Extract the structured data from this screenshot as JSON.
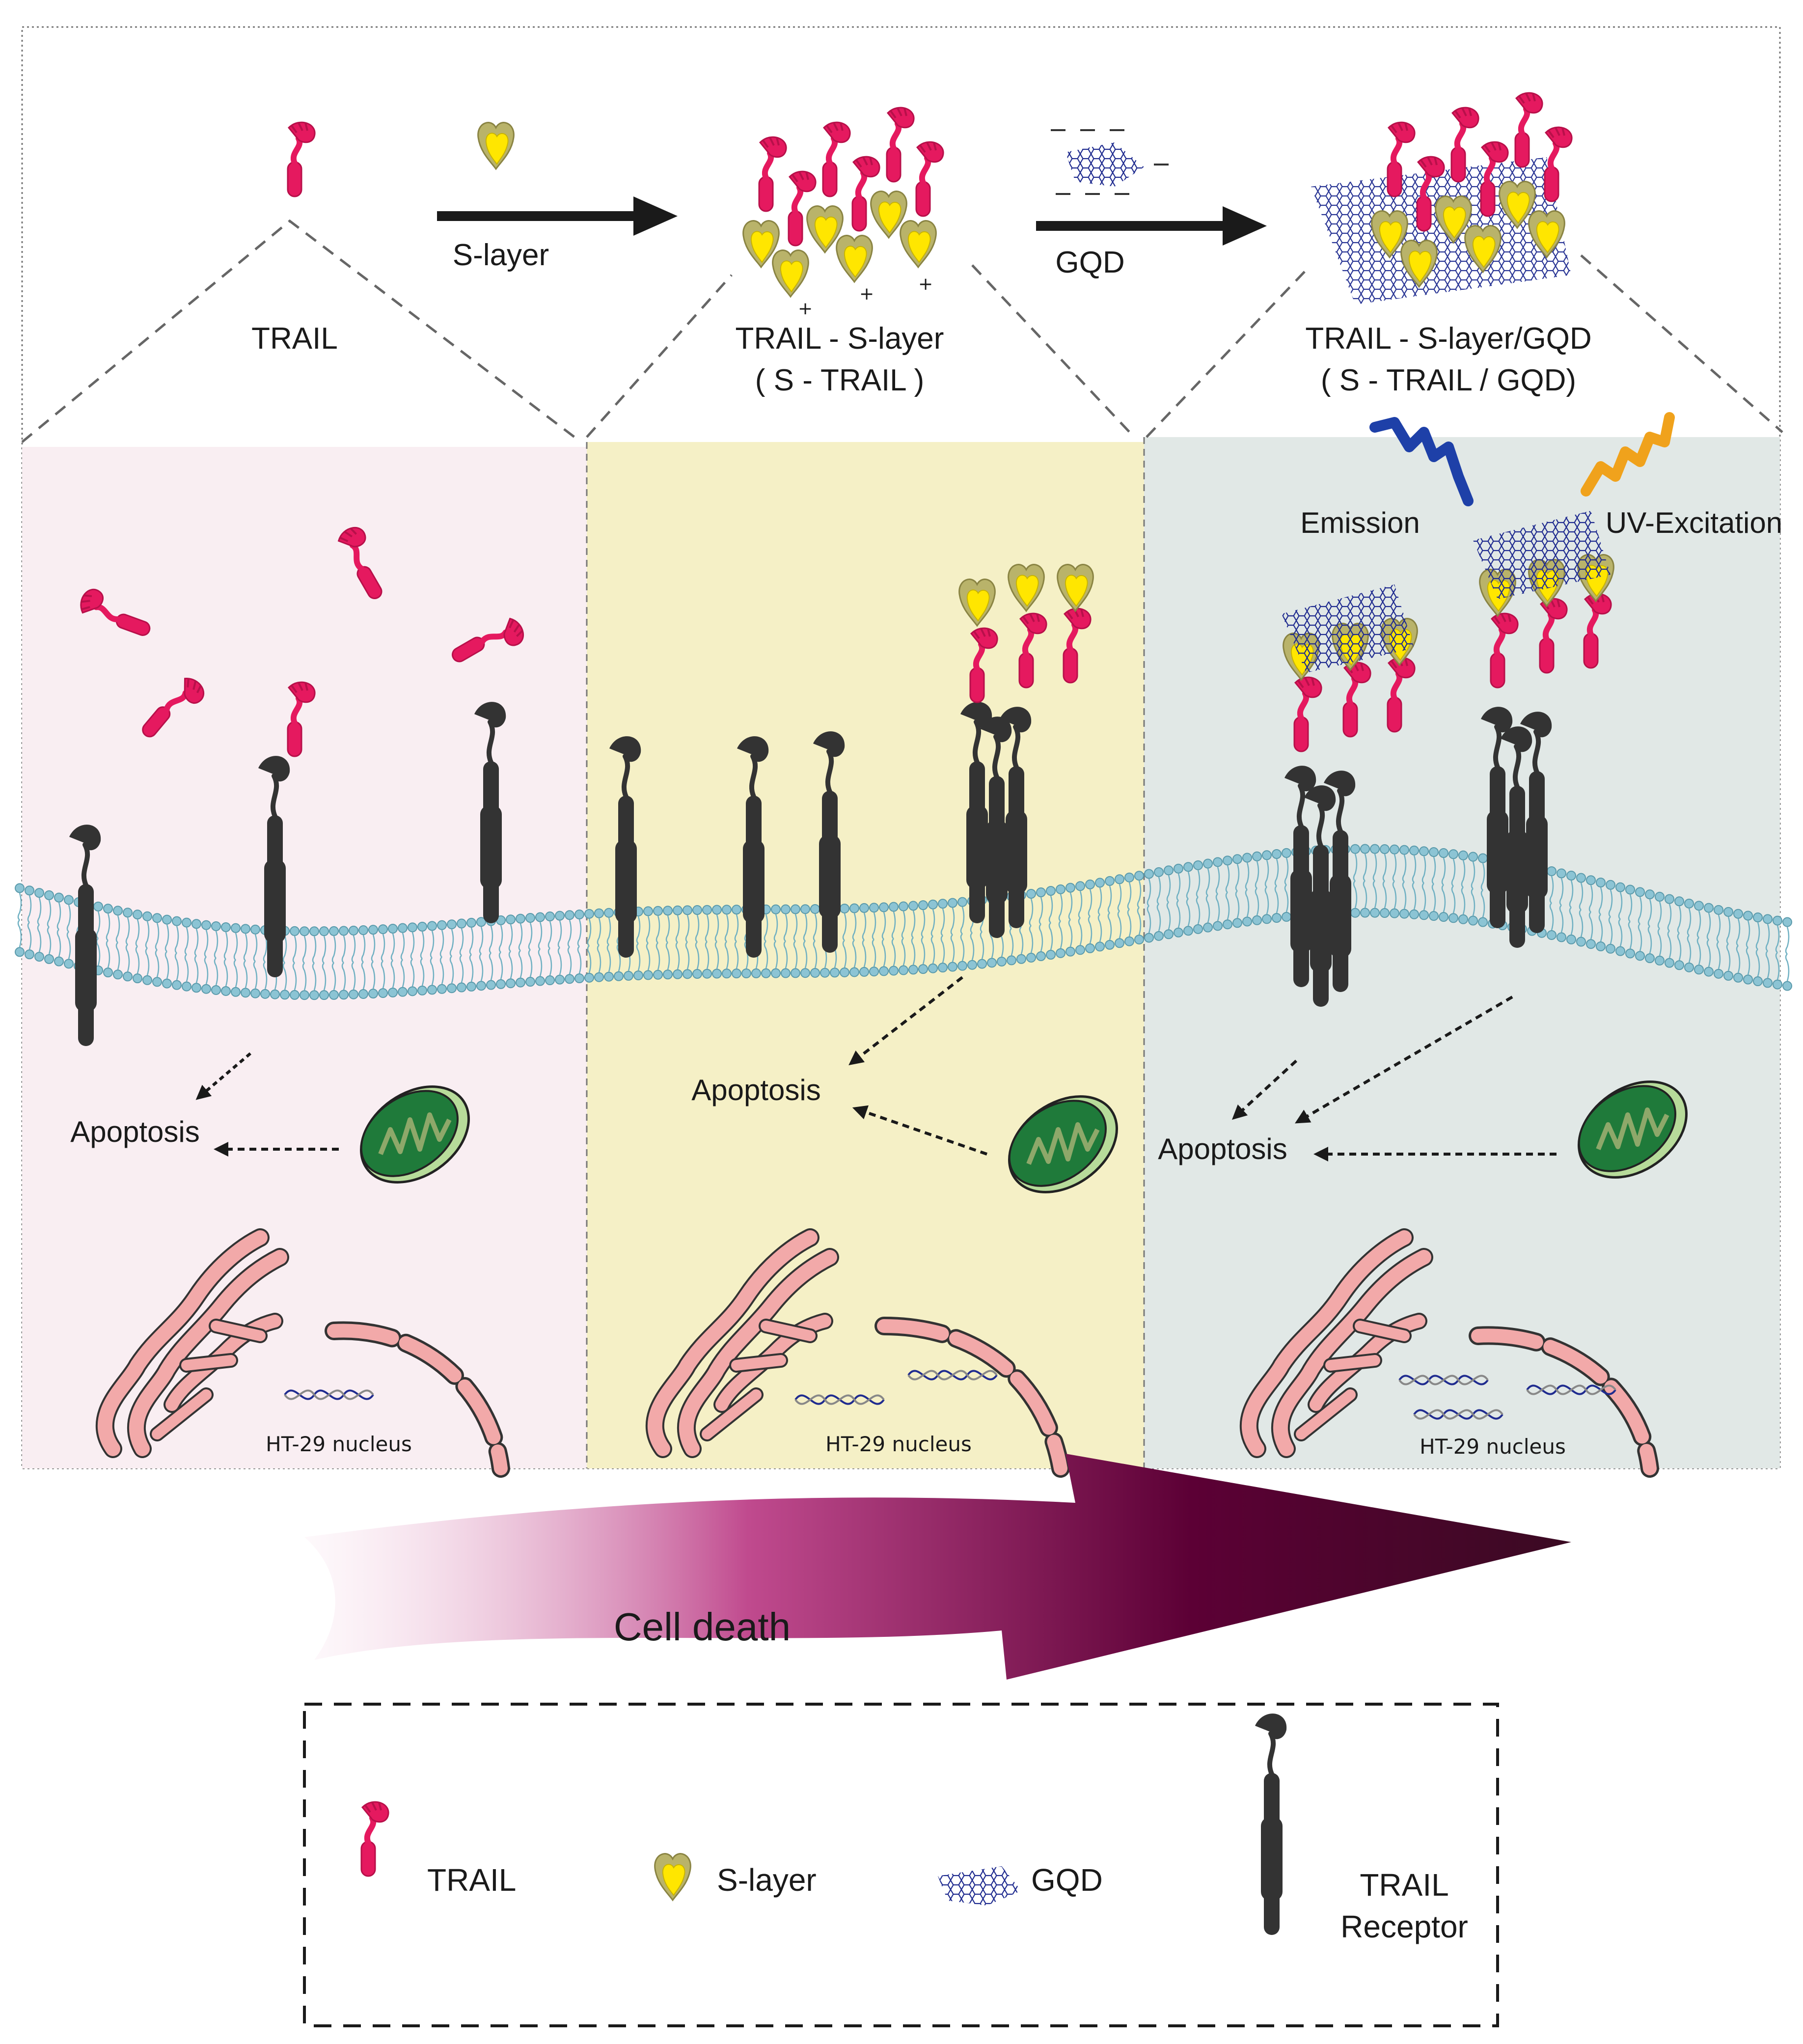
{
  "top": {
    "trail_label": "TRAIL",
    "s_layer_step": "S-layer",
    "trail_s_layer_label": "TRAIL - S-layer",
    "trail_s_layer_abbrev": "( S - TRAIL )",
    "gqd_step": "GQD",
    "trail_s_layer_gqd_label": "TRAIL - S-layer/GQD",
    "trail_s_layer_gqd_abbrev": "( S - TRAIL / GQD)",
    "charge_sign": "+",
    "minus_sign": "–"
  },
  "panels": {
    "colors": [
      "#f9eef2",
      "#f5f0c6",
      "#e1e8e6"
    ],
    "apoptosis_label": "Apoptosis",
    "nucleus_label": "HT-29 nucleus",
    "emission_label": "Emission",
    "excitation_label": "UV-Excitation"
  },
  "cell_death": {
    "label": "Cell death"
  },
  "legend": {
    "trail": "TRAIL",
    "s_layer": "S-layer",
    "gqd": "GQD",
    "receptor_line1": "TRAIL",
    "receptor_line2": "Receptor"
  },
  "colors": {
    "trail": "#e5195f",
    "trail_dark": "#b8104a",
    "s_layer_outer": "#b9b36a",
    "s_layer_inner": "#ffe600",
    "gqd": "#1f2b8f",
    "receptor": "#333333",
    "membrane": "#8cc4d4",
    "mitochondria": "#1f7a3a",
    "golgi": "#f2a9a9",
    "emission_wave": "#1e40a8",
    "excitation_wave": "#f0a21c",
    "arrow_start": "#f6d6e6",
    "arrow_end": "#4a0030"
  }
}
